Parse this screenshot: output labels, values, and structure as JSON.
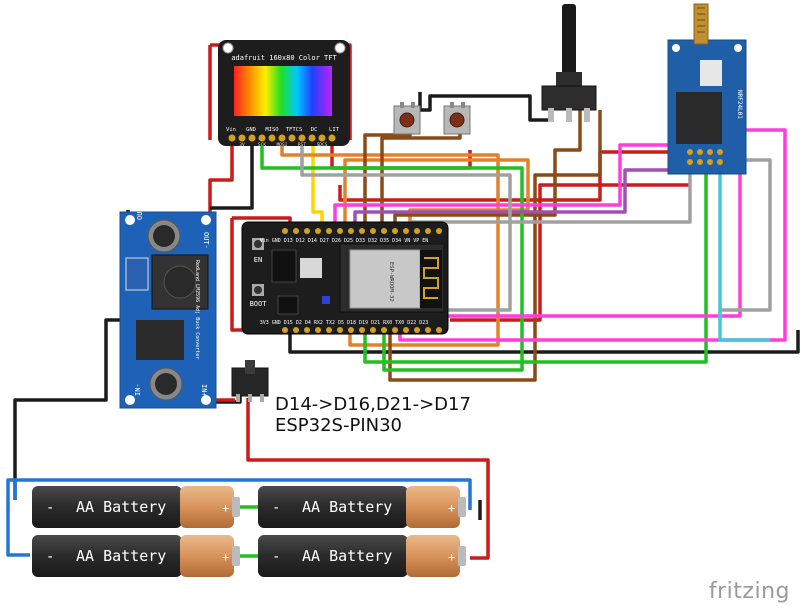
{
  "tft": {
    "title": "adafruit 160x80 Color TFT",
    "pins": [
      "Vin",
      "GND",
      "MISO",
      "TFTCS",
      "DC",
      "LIT"
    ],
    "subpins": [
      "3V",
      "SCK",
      "MOSI",
      "RST",
      "SDCS"
    ]
  },
  "esp32": {
    "top_pins": "Vin GND D13 D12 D14 D27 D26 D25 D33 D32 D35 D34 VN VP EN",
    "bottom_pins": "3V3 GND D15 D2 D4 RX2 TX2 D5 D18 D19 D21 RX0 TX0 D22 D23",
    "en_label": "EN",
    "boot_label": "BOOT",
    "module_text": "ESP-WROOM-32"
  },
  "buck": {
    "out_plus": "OUT+",
    "out_minus": "OUT-",
    "in_minus": "IN-",
    "in_plus": "IN+",
    "chip_text": "RedLand LM2596 Adj Buck Converter"
  },
  "rf_module": {
    "label": "NRF24L01"
  },
  "batteries": [
    {
      "label": "AA Battery",
      "minus": "-",
      "plus": "+"
    },
    {
      "label": "AA Battery",
      "minus": "-",
      "plus": "+"
    },
    {
      "label": "AA Battery",
      "minus": "-",
      "plus": "+"
    },
    {
      "label": "AA Battery",
      "minus": "-",
      "plus": "+"
    }
  ],
  "note": {
    "line1": "D14->D16,D21->D17",
    "line2": "ESP32S-PIN30"
  },
  "brand": "fritzing",
  "wire_colors": {
    "red": "#cc1b1b",
    "black": "#1c1c1c",
    "blue": "#2276d8",
    "yellow": "#ffd400",
    "orange": "#e0822a",
    "brown": "#8a4b17",
    "green": "#20c020",
    "magenta": "#ff3cdc",
    "purple": "#a050b0",
    "grey": "#a0a0a0",
    "cyan": "#44c8d8"
  }
}
